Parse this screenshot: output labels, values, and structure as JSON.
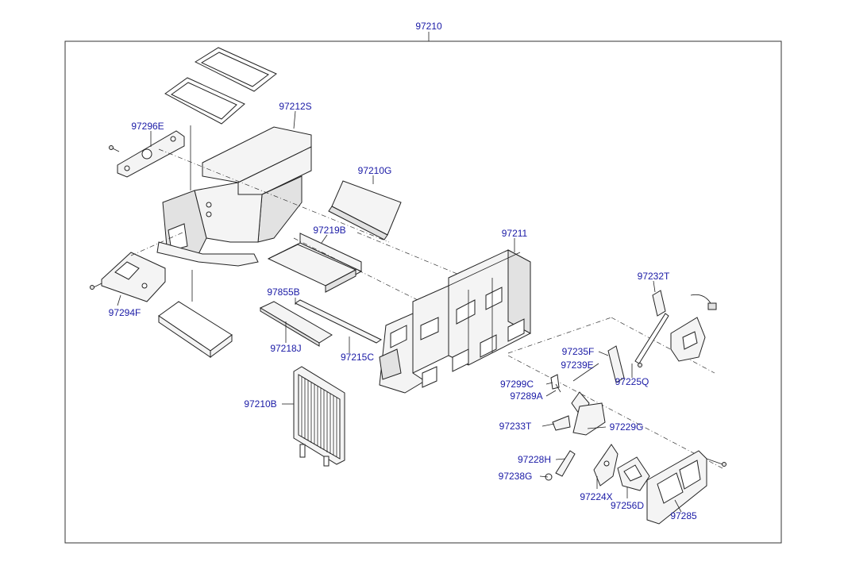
{
  "diagram": {
    "assembly_number": "97210",
    "parts": [
      {
        "id": "97212S",
        "label": "97212S"
      },
      {
        "id": "97296E",
        "label": "97296E"
      },
      {
        "id": "97210G",
        "label": "97210G"
      },
      {
        "id": "97219B",
        "label": "97219B"
      },
      {
        "id": "97211",
        "label": "97211"
      },
      {
        "id": "97232T",
        "label": "97232T"
      },
      {
        "id": "97855B",
        "label": "97855B"
      },
      {
        "id": "97294F",
        "label": "97294F"
      },
      {
        "id": "97218J",
        "label": "97218J"
      },
      {
        "id": "97215C",
        "label": "97215C"
      },
      {
        "id": "97235F",
        "label": "97235F"
      },
      {
        "id": "97239E",
        "label": "97239E"
      },
      {
        "id": "97225Q",
        "label": "97225Q"
      },
      {
        "id": "97299C",
        "label": "97299C"
      },
      {
        "id": "97289A",
        "label": "97289A"
      },
      {
        "id": "97210B",
        "label": "97210B"
      },
      {
        "id": "97233T",
        "label": "97233T"
      },
      {
        "id": "97229G",
        "label": "97229G"
      },
      {
        "id": "97228H",
        "label": "97228H"
      },
      {
        "id": "97238G",
        "label": "97238G"
      },
      {
        "id": "97224X",
        "label": "97224X"
      },
      {
        "id": "97256D",
        "label": "97256D"
      },
      {
        "id": "97285",
        "label": "97285"
      }
    ]
  }
}
